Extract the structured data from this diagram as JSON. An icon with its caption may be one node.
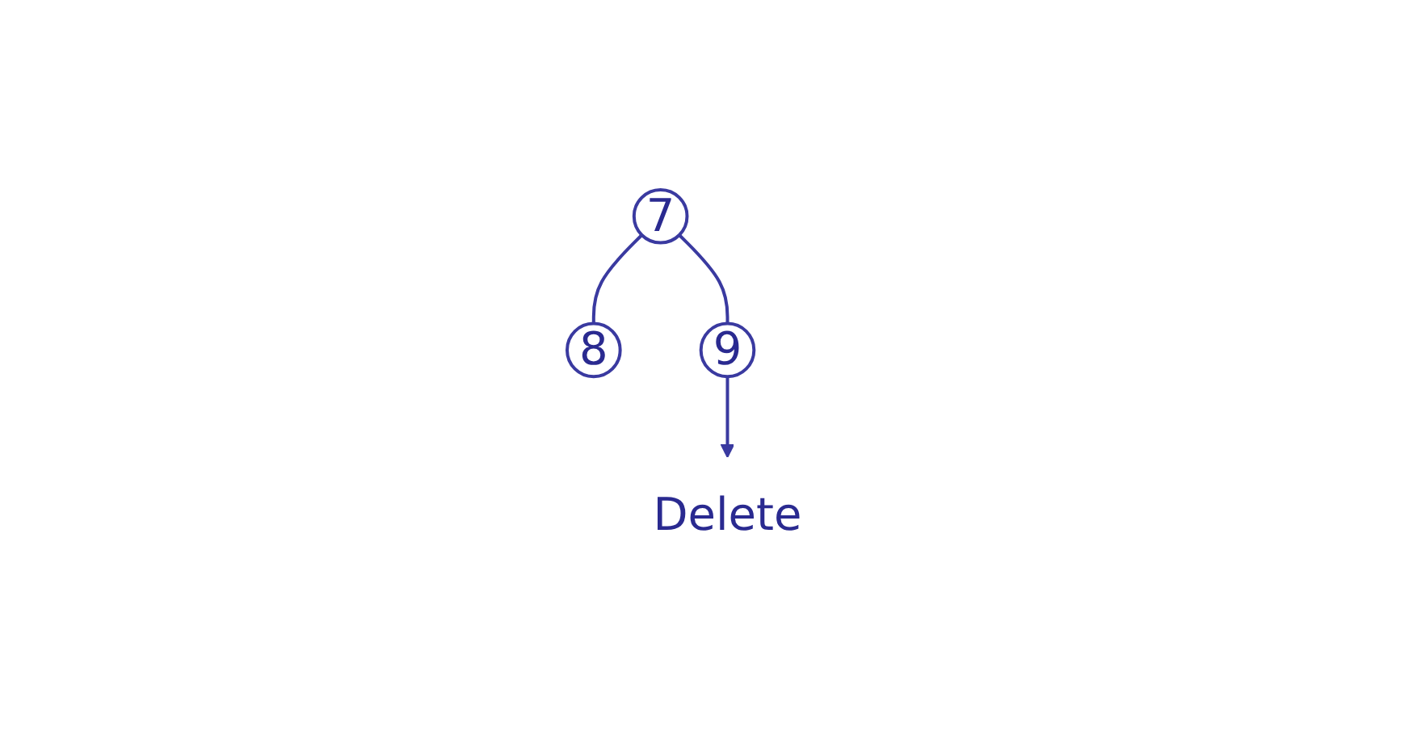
{
  "diagram": {
    "nodes": [
      {
        "text": [
          "7"
        ]
      },
      {
        "text": [
          "8"
        ]
      },
      {
        "text": [
          "9"
        ]
      },
      {
        "text": [
          "Delete"
        ]
      }
    ],
    "edges": [
      {
        "from": 0,
        "to": 1,
        "arrow": "none"
      },
      {
        "from": 0,
        "to": 2,
        "arrow": "none"
      },
      {
        "from": 2,
        "to": 3,
        "arrow": "to"
      }
    ]
  }
}
